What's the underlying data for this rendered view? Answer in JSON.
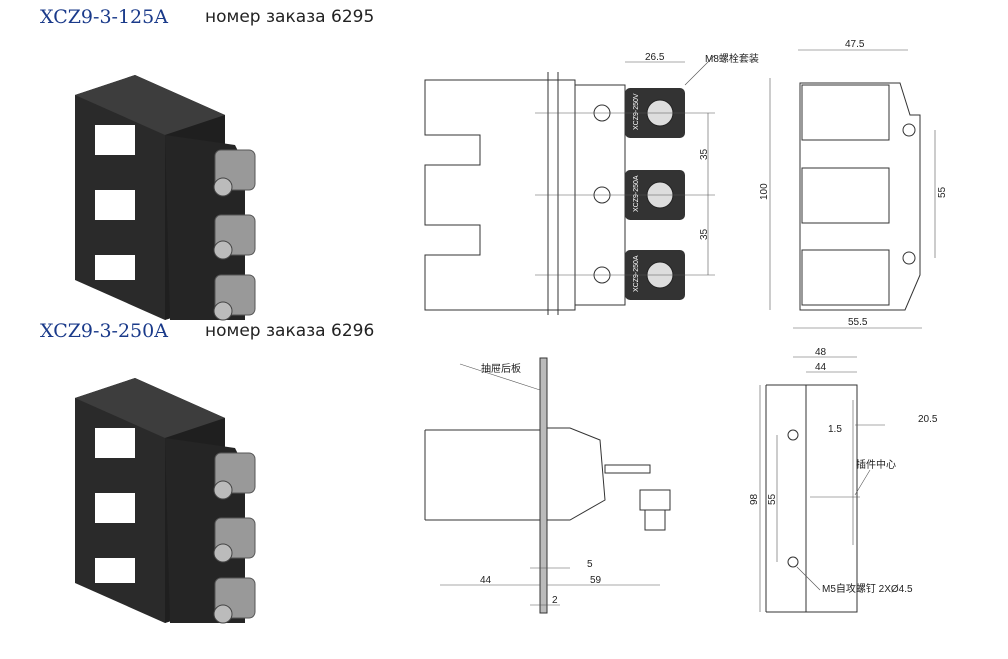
{
  "products": [
    {
      "model": "XCZ9-3-125A",
      "order_label": "номер заказа",
      "order_number": "6295"
    },
    {
      "model": "XCZ9-3-250A",
      "order_label": "номер заказа",
      "order_number": "6296"
    }
  ],
  "front_view": {
    "dim_width": "26.5",
    "bolt_note": "M8螺栓套装",
    "pitch_1": "35",
    "pitch_2": "35",
    "terminal_labels": [
      "XCZ9-250V",
      "XCZ9-250A",
      "XCZ9-250A"
    ]
  },
  "rear_view": {
    "dim_top": "47.5",
    "dim_height": "100",
    "dim_holes": "55",
    "dim_bottom": "55.5"
  },
  "side_view": {
    "panel_note": "抽屉后板",
    "dim_left": "44",
    "dim_right": "59",
    "dim_5": "5",
    "dim_2": "2"
  },
  "cutout_view": {
    "dim_48": "48",
    "dim_44": "44",
    "dim_20_5": "20.5",
    "dim_1_5": "1.5",
    "center_note": "插件中心",
    "dim_98": "98",
    "dim_55": "55",
    "screw_note": "M5自攻螺钉 2XØ4.5"
  }
}
